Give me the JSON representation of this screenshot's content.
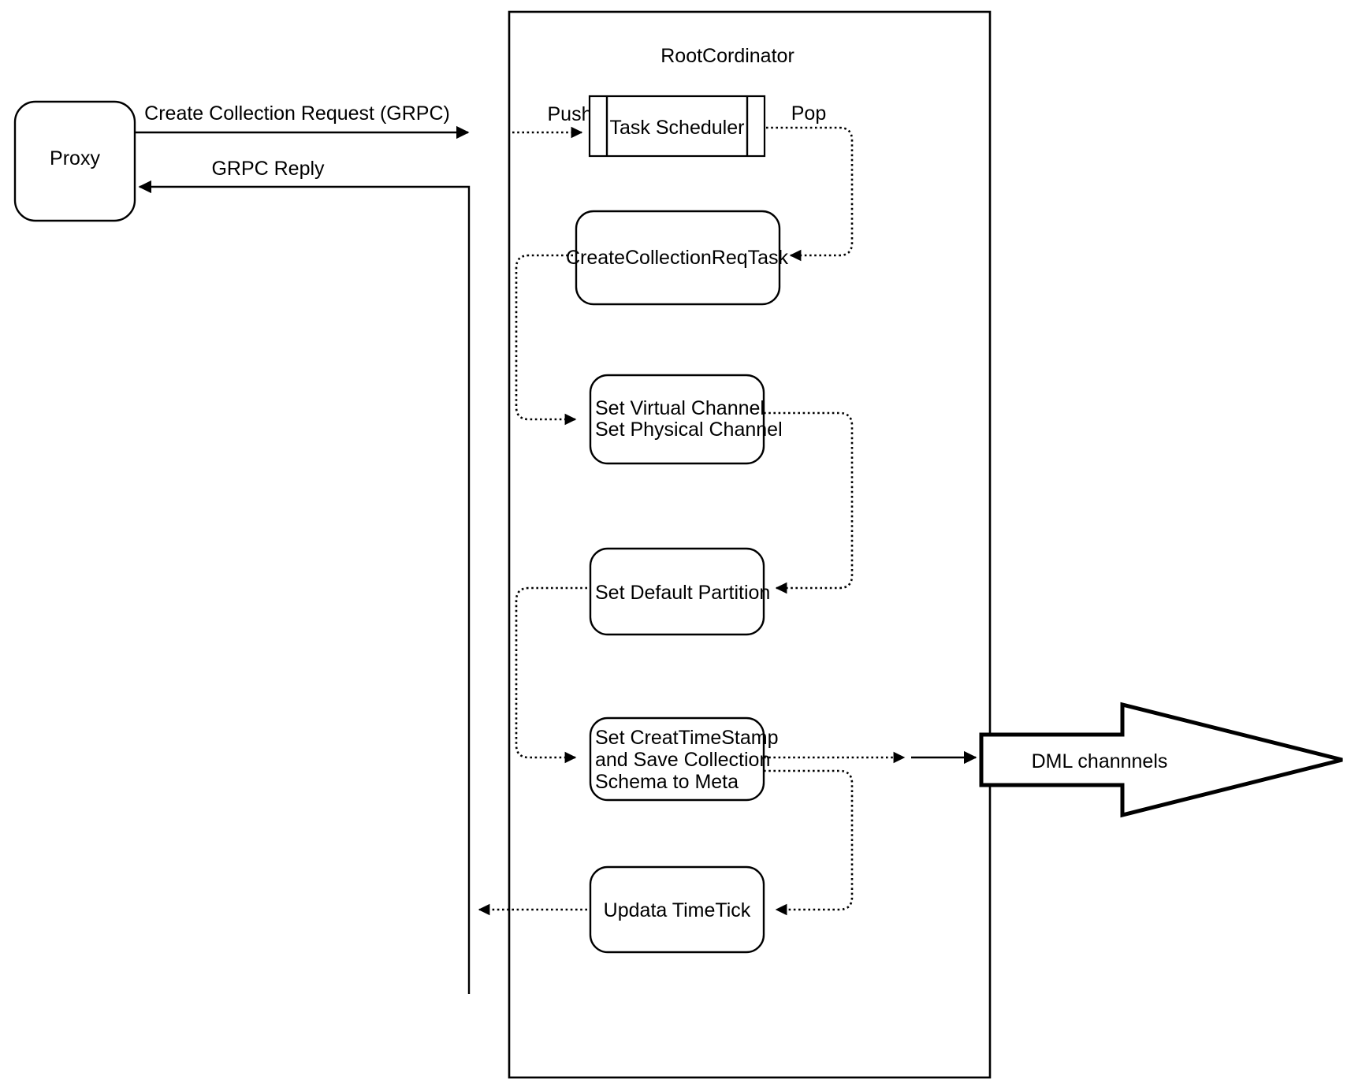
{
  "diagram": {
    "type": "flowchart",
    "title_text": "RootCordinator",
    "nodes": [
      {
        "id": "proxy",
        "label": "Proxy",
        "shape": "rounded-rect"
      },
      {
        "id": "task-scheduler",
        "label": "Task Scheduler",
        "shape": "process-queue"
      },
      {
        "id": "create-collection-req-task",
        "label": "CreateCollectionReqTask",
        "shape": "rounded-rect"
      },
      {
        "id": "set-channels",
        "label_line1": "Set Virtual Channel",
        "label_line2": "Set Physical Channel",
        "shape": "rounded-rect"
      },
      {
        "id": "set-default-partition",
        "label": "Set Default Partition",
        "shape": "rounded-rect"
      },
      {
        "id": "set-create-timestamp",
        "label_line1": "Set CreatTimeStamp",
        "label_line2": "and Save Collection",
        "label_line3": "Schema to Meta",
        "shape": "rounded-rect"
      },
      {
        "id": "updata-timetick",
        "label": "Updata TimeTick",
        "shape": "rounded-rect"
      },
      {
        "id": "dml-channels",
        "label": "DML channnels",
        "shape": "block-arrow"
      }
    ],
    "edge_labels": {
      "create_collection_request": "Create Collection Request (GRPC)",
      "grpc_reply": "GRPC Reply",
      "push": "Push",
      "pop": "Pop"
    },
    "colors": {
      "stroke": "#000000",
      "fill": "#ffffff",
      "background": "#ffffff"
    }
  }
}
